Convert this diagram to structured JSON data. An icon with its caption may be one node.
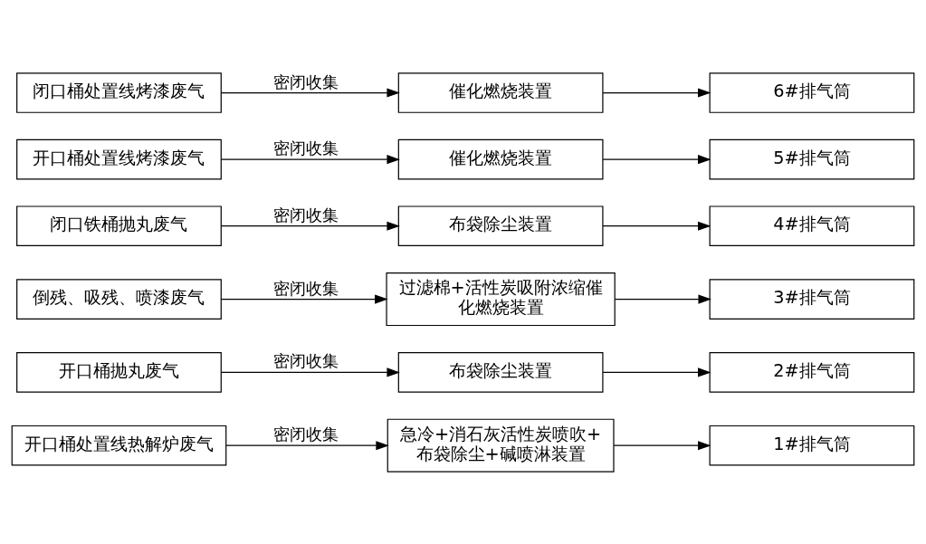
{
  "diagram": {
    "nodes": [
      {
        "text": [
          "开口桶处置线热解炉废气"
        ]
      },
      {
        "text": [
          "急冷+消石灰活性炭喷吹+布袋除尘+碱喷淋装置"
        ]
      },
      {
        "text": [
          "1#排气筒"
        ]
      },
      {
        "text": [
          "开口桶抛丸废气"
        ]
      },
      {
        "text": [
          "布袋除尘装置"
        ]
      },
      {
        "text": [
          "2#排气筒"
        ]
      },
      {
        "text": [
          "倒残、吸残、喷漆废气"
        ]
      },
      {
        "text": [
          "过滤棉+活性炭吸附浓缩催化燃烧装置"
        ]
      },
      {
        "text": [
          "3#排气筒"
        ]
      },
      {
        "text": [
          "闭口铁桶抛丸废气"
        ]
      },
      {
        "text": [
          "布袋除尘装置"
        ]
      },
      {
        "text": [
          "4#排气筒"
        ]
      },
      {
        "text": [
          "开口桶处置线烤漆废气"
        ]
      },
      {
        "text": [
          "催化燃烧装置"
        ]
      },
      {
        "text": [
          "5#排气筒"
        ]
      },
      {
        "text": [
          "闭口桶处置线烤漆废气"
        ]
      },
      {
        "text": [
          "催化燃烧装置"
        ]
      },
      {
        "text": [
          "6#排气筒"
        ]
      }
    ],
    "edges": [
      {
        "from": 0,
        "to": 1,
        "arrow": "to",
        "label": "密闭收集"
      },
      {
        "from": 1,
        "to": 2,
        "arrow": "to"
      },
      {
        "from": 3,
        "to": 4,
        "arrow": "to",
        "label": "密闭收集"
      },
      {
        "from": 4,
        "to": 5,
        "arrow": "to"
      },
      {
        "from": 6,
        "to": 7,
        "arrow": "to",
        "label": "密闭收集"
      },
      {
        "from": 7,
        "to": 8,
        "arrow": "to"
      },
      {
        "from": 9,
        "to": 10,
        "arrow": "to",
        "label": "密闭收集"
      },
      {
        "from": 10,
        "to": 11,
        "arrow": "to"
      },
      {
        "from": 12,
        "to": 13,
        "arrow": "to",
        "label": "密闭收集"
      },
      {
        "from": 13,
        "to": 14,
        "arrow": "to"
      },
      {
        "from": 15,
        "to": 16,
        "arrow": "to",
        "label": "密闭收集"
      },
      {
        "from": 16,
        "to": 17,
        "arrow": "to"
      }
    ]
  }
}
